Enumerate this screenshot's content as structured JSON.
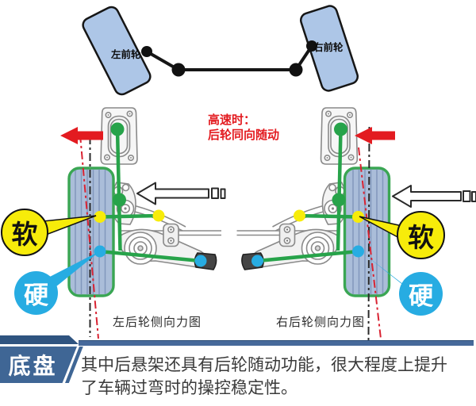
{
  "front_axle": {
    "left_wheel_label": "左前轮",
    "right_wheel_label": "右前轮"
  },
  "annotation": {
    "speed_note_line1": "高速时：",
    "speed_note_line2": "后轮同向随动",
    "soft_label": "软",
    "hard_label": "硬"
  },
  "captions": {
    "left": "左后轮侧向力图",
    "right": "右后轮侧向力图"
  },
  "footer": {
    "badge": "底盘",
    "line1": "其中后悬架还具有后轮随动功能，很大程度上提升",
    "line2": "了车辆过弯时的操控稳定性。"
  },
  "colors": {
    "red": "#e31b20",
    "green": "#27a34a",
    "yellow": "#f7ec0a",
    "cyan": "#27ace2",
    "tire_fill": "#aabdd9",
    "tire_border": "#3aa653",
    "wheel_fill": "#adc6e7",
    "banner_blue": "#3f6695",
    "stripe_blue": "#2f5480",
    "text_dark": "#3a3a3a"
  }
}
